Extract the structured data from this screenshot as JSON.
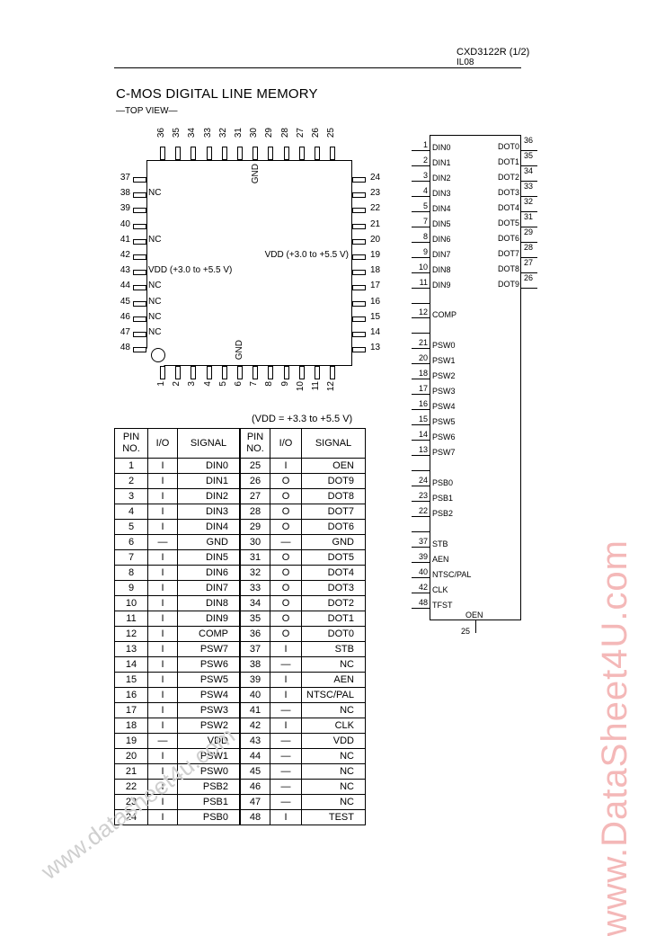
{
  "header": {
    "part": "CXD3122R (1/2)",
    "sub": "IL08"
  },
  "title": "C-MOS DIGITAL LINE MEMORY",
  "subtitle": "—TOP VIEW—",
  "package": {
    "top_pins": [
      "36",
      "35",
      "34",
      "33",
      "32",
      "31",
      "30",
      "29",
      "28",
      "27",
      "26",
      "25"
    ],
    "bottom_pins": [
      "1",
      "2",
      "3",
      "4",
      "5",
      "6",
      "7",
      "8",
      "9",
      "10",
      "11",
      "12"
    ],
    "left_pins": [
      "37",
      "38",
      "39",
      "40",
      "41",
      "42",
      "43",
      "44",
      "45",
      "46",
      "47",
      "48"
    ],
    "right_pins": [
      "24",
      "23",
      "22",
      "21",
      "20",
      "19",
      "18",
      "17",
      "16",
      "15",
      "14",
      "13"
    ],
    "left_inner": [
      "",
      "NC",
      "",
      "",
      "NC",
      "",
      "VDD (+3.0 to +5.5 V)",
      "NC",
      "NC",
      "NC",
      "NC",
      ""
    ],
    "right_inner": [
      "",
      "",
      "",
      "",
      "",
      "VDD (+3.0 to +5.5 V)",
      "",
      "",
      "",
      "",
      "",
      ""
    ],
    "top_gnd": "GND",
    "bottom_gnd": "GND"
  },
  "table_note": "(VDD = +3.3 to +5.5 V)",
  "table": {
    "headers": [
      "PIN NO.",
      "I/O",
      "SIGNAL",
      "PIN NO.",
      "I/O",
      "SIGNAL"
    ],
    "rows": [
      [
        "1",
        "I",
        "DIN0",
        "25",
        "I",
        "OEN"
      ],
      [
        "2",
        "I",
        "DIN1",
        "26",
        "O",
        "DOT9"
      ],
      [
        "3",
        "I",
        "DIN2",
        "27",
        "O",
        "DOT8"
      ],
      [
        "4",
        "I",
        "DIN3",
        "28",
        "O",
        "DOT7"
      ],
      [
        "5",
        "I",
        "DIN4",
        "29",
        "O",
        "DOT6"
      ],
      [
        "6",
        "—",
        "GND",
        "30",
        "—",
        "GND"
      ],
      [
        "7",
        "I",
        "DIN5",
        "31",
        "O",
        "DOT5"
      ],
      [
        "8",
        "I",
        "DIN6",
        "32",
        "O",
        "DOT4"
      ],
      [
        "9",
        "I",
        "DIN7",
        "33",
        "O",
        "DOT3"
      ],
      [
        "10",
        "I",
        "DIN8",
        "34",
        "O",
        "DOT2"
      ],
      [
        "11",
        "I",
        "DIN9",
        "35",
        "O",
        "DOT1"
      ],
      [
        "12",
        "I",
        "COMP",
        "36",
        "O",
        "DOT0"
      ],
      [
        "13",
        "I",
        "PSW7",
        "37",
        "I",
        "STB"
      ],
      [
        "14",
        "I",
        "PSW6",
        "38",
        "—",
        "NC"
      ],
      [
        "15",
        "I",
        "PSW5",
        "39",
        "I",
        "AEN"
      ],
      [
        "16",
        "I",
        "PSW4",
        "40",
        "I",
        "NTSC/PAL"
      ],
      [
        "17",
        "I",
        "PSW3",
        "41",
        "—",
        "NC"
      ],
      [
        "18",
        "I",
        "PSW2",
        "42",
        "I",
        "CLK"
      ],
      [
        "19",
        "—",
        "VDD",
        "43",
        "—",
        "VDD"
      ],
      [
        "20",
        "I",
        "PSW1",
        "44",
        "—",
        "NC"
      ],
      [
        "21",
        "I",
        "PSW0",
        "45",
        "—",
        "NC"
      ],
      [
        "22",
        "I",
        "PSB2",
        "46",
        "—",
        "NC"
      ],
      [
        "23",
        "I",
        "PSB1",
        "47",
        "—",
        "NC"
      ],
      [
        "24",
        "I",
        "PSB0",
        "48",
        "I",
        "TEST"
      ]
    ]
  },
  "block": {
    "left": [
      {
        "n": "1",
        "s": "DIN0"
      },
      {
        "n": "2",
        "s": "DIN1"
      },
      {
        "n": "3",
        "s": "DIN2"
      },
      {
        "n": "4",
        "s": "DIN3"
      },
      {
        "n": "5",
        "s": "DIN4"
      },
      {
        "n": "7",
        "s": "DIN5"
      },
      {
        "n": "8",
        "s": "DIN6"
      },
      {
        "n": "9",
        "s": "DIN7"
      },
      {
        "n": "10",
        "s": "DIN8"
      },
      {
        "n": "11",
        "s": "DIN9"
      },
      {
        "n": "",
        "s": ""
      },
      {
        "n": "12",
        "s": "COMP"
      },
      {
        "n": "",
        "s": ""
      },
      {
        "n": "21",
        "s": "PSW0"
      },
      {
        "n": "20",
        "s": "PSW1"
      },
      {
        "n": "18",
        "s": "PSW2"
      },
      {
        "n": "17",
        "s": "PSW3"
      },
      {
        "n": "16",
        "s": "PSW4"
      },
      {
        "n": "15",
        "s": "PSW5"
      },
      {
        "n": "14",
        "s": "PSW6"
      },
      {
        "n": "13",
        "s": "PSW7"
      },
      {
        "n": "",
        "s": ""
      },
      {
        "n": "24",
        "s": "PSB0"
      },
      {
        "n": "23",
        "s": "PSB1"
      },
      {
        "n": "22",
        "s": "PSB2"
      },
      {
        "n": "",
        "s": ""
      },
      {
        "n": "37",
        "s": "STB"
      },
      {
        "n": "39",
        "s": "AEN"
      },
      {
        "n": "40",
        "s": "NTSC/PAL"
      },
      {
        "n": "42",
        "s": "CLK"
      },
      {
        "n": "48",
        "s": "TFST"
      }
    ],
    "right": [
      {
        "n": "36",
        "s": "DOT0"
      },
      {
        "n": "35",
        "s": "DOT1"
      },
      {
        "n": "34",
        "s": "DOT2"
      },
      {
        "n": "33",
        "s": "DOT3"
      },
      {
        "n": "32",
        "s": "DOT4"
      },
      {
        "n": "31",
        "s": "DOT5"
      },
      {
        "n": "29",
        "s": "DOT6"
      },
      {
        "n": "28",
        "s": "DOT7"
      },
      {
        "n": "27",
        "s": "DOT8"
      },
      {
        "n": "26",
        "s": "DOT9"
      }
    ],
    "bottom_label": "OEN",
    "bottom_pin": "25"
  },
  "watermark": "www.DataSheet4U.com",
  "watermark2": "www.datasheet4u.com"
}
